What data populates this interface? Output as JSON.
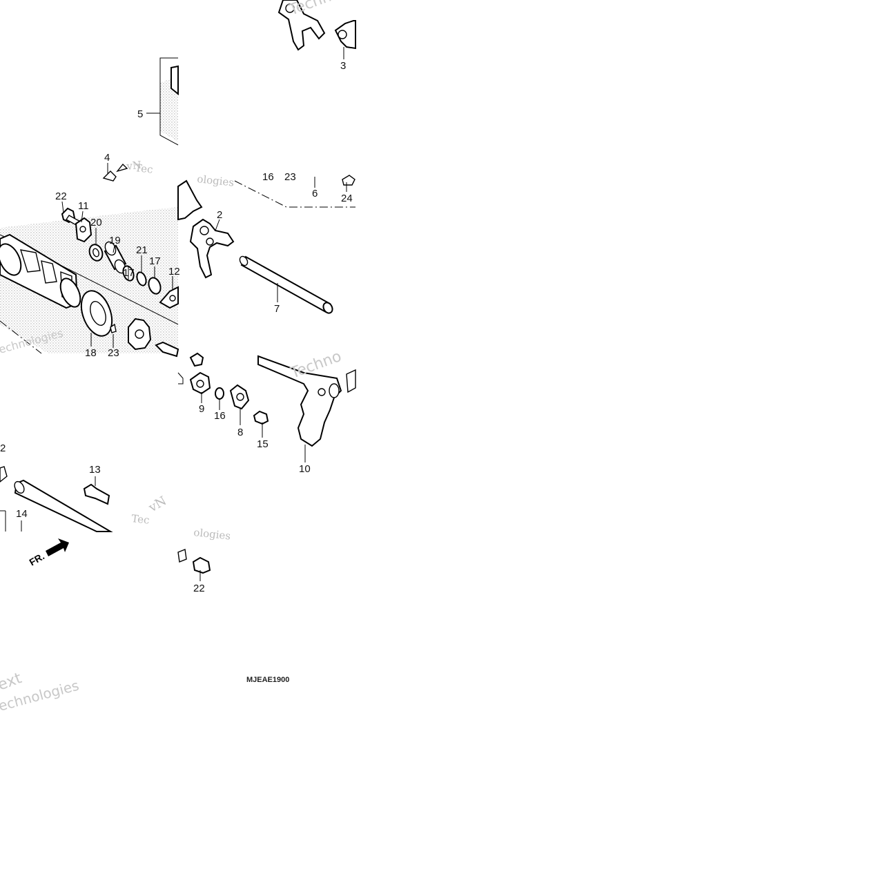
{
  "diagram": {
    "drawing_code": "MJEAE1900",
    "front_indicator": "FR.",
    "callouts": [
      {
        "id": "c3a",
        "label": "3"
      },
      {
        "id": "c5",
        "label": "5"
      },
      {
        "id": "c4",
        "label": "4"
      },
      {
        "id": "c16a",
        "label": "16"
      },
      {
        "id": "c23a",
        "label": "23"
      },
      {
        "id": "c6",
        "label": "6"
      },
      {
        "id": "c24",
        "label": "24"
      },
      {
        "id": "c22a",
        "label": "22"
      },
      {
        "id": "c11",
        "label": "11"
      },
      {
        "id": "c20",
        "label": "20"
      },
      {
        "id": "c19",
        "label": "19"
      },
      {
        "id": "c21",
        "label": "21"
      },
      {
        "id": "c17a",
        "label": "17"
      },
      {
        "id": "c17b",
        "label": "17"
      },
      {
        "id": "c12a",
        "label": "12"
      },
      {
        "id": "c2",
        "label": "2"
      },
      {
        "id": "c7",
        "label": "7"
      },
      {
        "id": "c18",
        "label": "18"
      },
      {
        "id": "c23b",
        "label": "23"
      },
      {
        "id": "c9",
        "label": "9"
      },
      {
        "id": "c16b",
        "label": "16"
      },
      {
        "id": "c8",
        "label": "8"
      },
      {
        "id": "c15",
        "label": "15"
      },
      {
        "id": "c10",
        "label": "10"
      },
      {
        "id": "c12b",
        "label": "2"
      },
      {
        "id": "c13",
        "label": "13"
      },
      {
        "id": "c14",
        "label": "14"
      },
      {
        "id": "c22b",
        "label": "22"
      }
    ],
    "watermark": {
      "line1": "vNext Technologies",
      "fragment_techno": "Techno",
      "fragment_ext": "ext",
      "fragment_tec": "Tec",
      "fragment_technologies": "echnologies",
      "fragment_ologies": "ologies",
      "fragment_vn": "vN"
    }
  }
}
